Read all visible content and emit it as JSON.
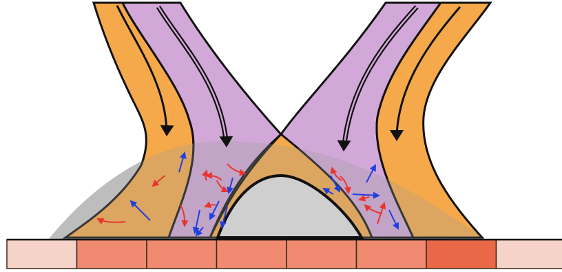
{
  "colors": {
    "background": "#ffffff",
    "gray_dome": "#c8c8c8",
    "orange_band": "#f5a94a",
    "purple_flow": "#d2a8d8",
    "outline": "#111111",
    "red_arrow": "#e8352e",
    "blue_arrow": "#1f3fe0",
    "tile_light": "#f6d3c8",
    "tile_mid": "#f08a70",
    "tile_dark": "#e86848"
  },
  "ground_tiles": [
    {
      "shade": "tile_light"
    },
    {
      "shade": "tile_mid"
    },
    {
      "shade": "tile_mid"
    },
    {
      "shade": "tile_mid"
    },
    {
      "shade": "tile_mid"
    },
    {
      "shade": "tile_mid"
    },
    {
      "shade": "tile_dark"
    },
    {
      "shade": "tile_light"
    }
  ],
  "icons": {
    "flow_arrow": "flow-arrow-icon",
    "particle_arrow": "particle-arrow-icon"
  }
}
